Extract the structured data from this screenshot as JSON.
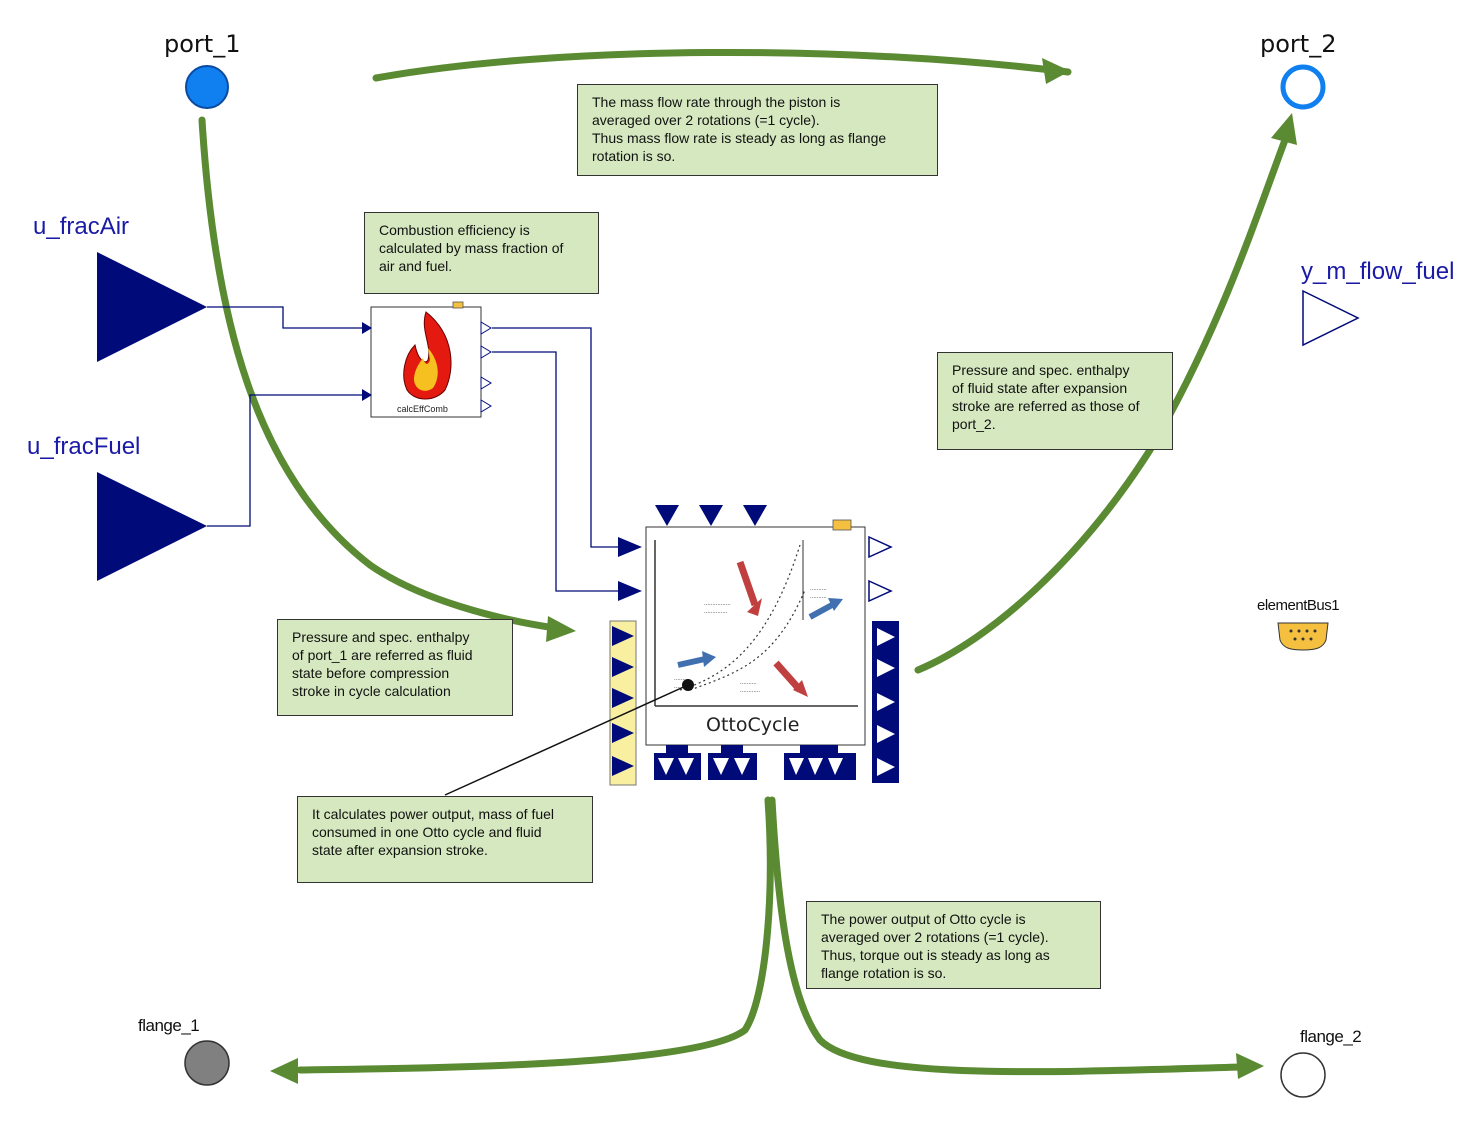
{
  "ports": {
    "port_1": "port_1",
    "port_2": "port_2",
    "flange_1": "flange_1",
    "flange_2": "flange_2"
  },
  "inputs": {
    "u_fracAir": "u_fracAir",
    "u_fracFuel": "u_fracFuel"
  },
  "outputs": {
    "y_m_flow_fuel": "y_m_flow_fuel"
  },
  "bus": {
    "label": "elementBus1"
  },
  "blocks": {
    "combustion": "calcEffComb",
    "otto": "OttoCycle"
  },
  "notes": {
    "mass_flow": "The mass flow rate through the piston is\naveraged over 2 rotations (=1 cycle).\nThus mass flow rate is steady as long as flange\nrotation is so.",
    "combustion_eff": "Combustion efficiency is\ncalculated by mass fraction of\nair and fuel.",
    "port2_state": "Pressure and spec. enthalpy\nof fluid state after expansion\nstroke are referred as those of\nport_2.",
    "port1_state": "Pressure and spec. enthalpy\nof port_1 are referred as fluid\nstate before compression\nstroke in cycle calculation",
    "calc": "It calculates power output, mass of fuel\nconsumed in one Otto cycle and fluid\nstate after expansion stroke.",
    "power": "The power output of Otto cycle is\naveraged over 2 rotations (=1 cycle).\nThus, torque out is steady as long as\nflange rotation is so."
  },
  "colors": {
    "arrow_green": "#5a8a32",
    "navy": "#000a78",
    "port_blue": "#1080f0",
    "note_bg": "#d5e8bf"
  }
}
